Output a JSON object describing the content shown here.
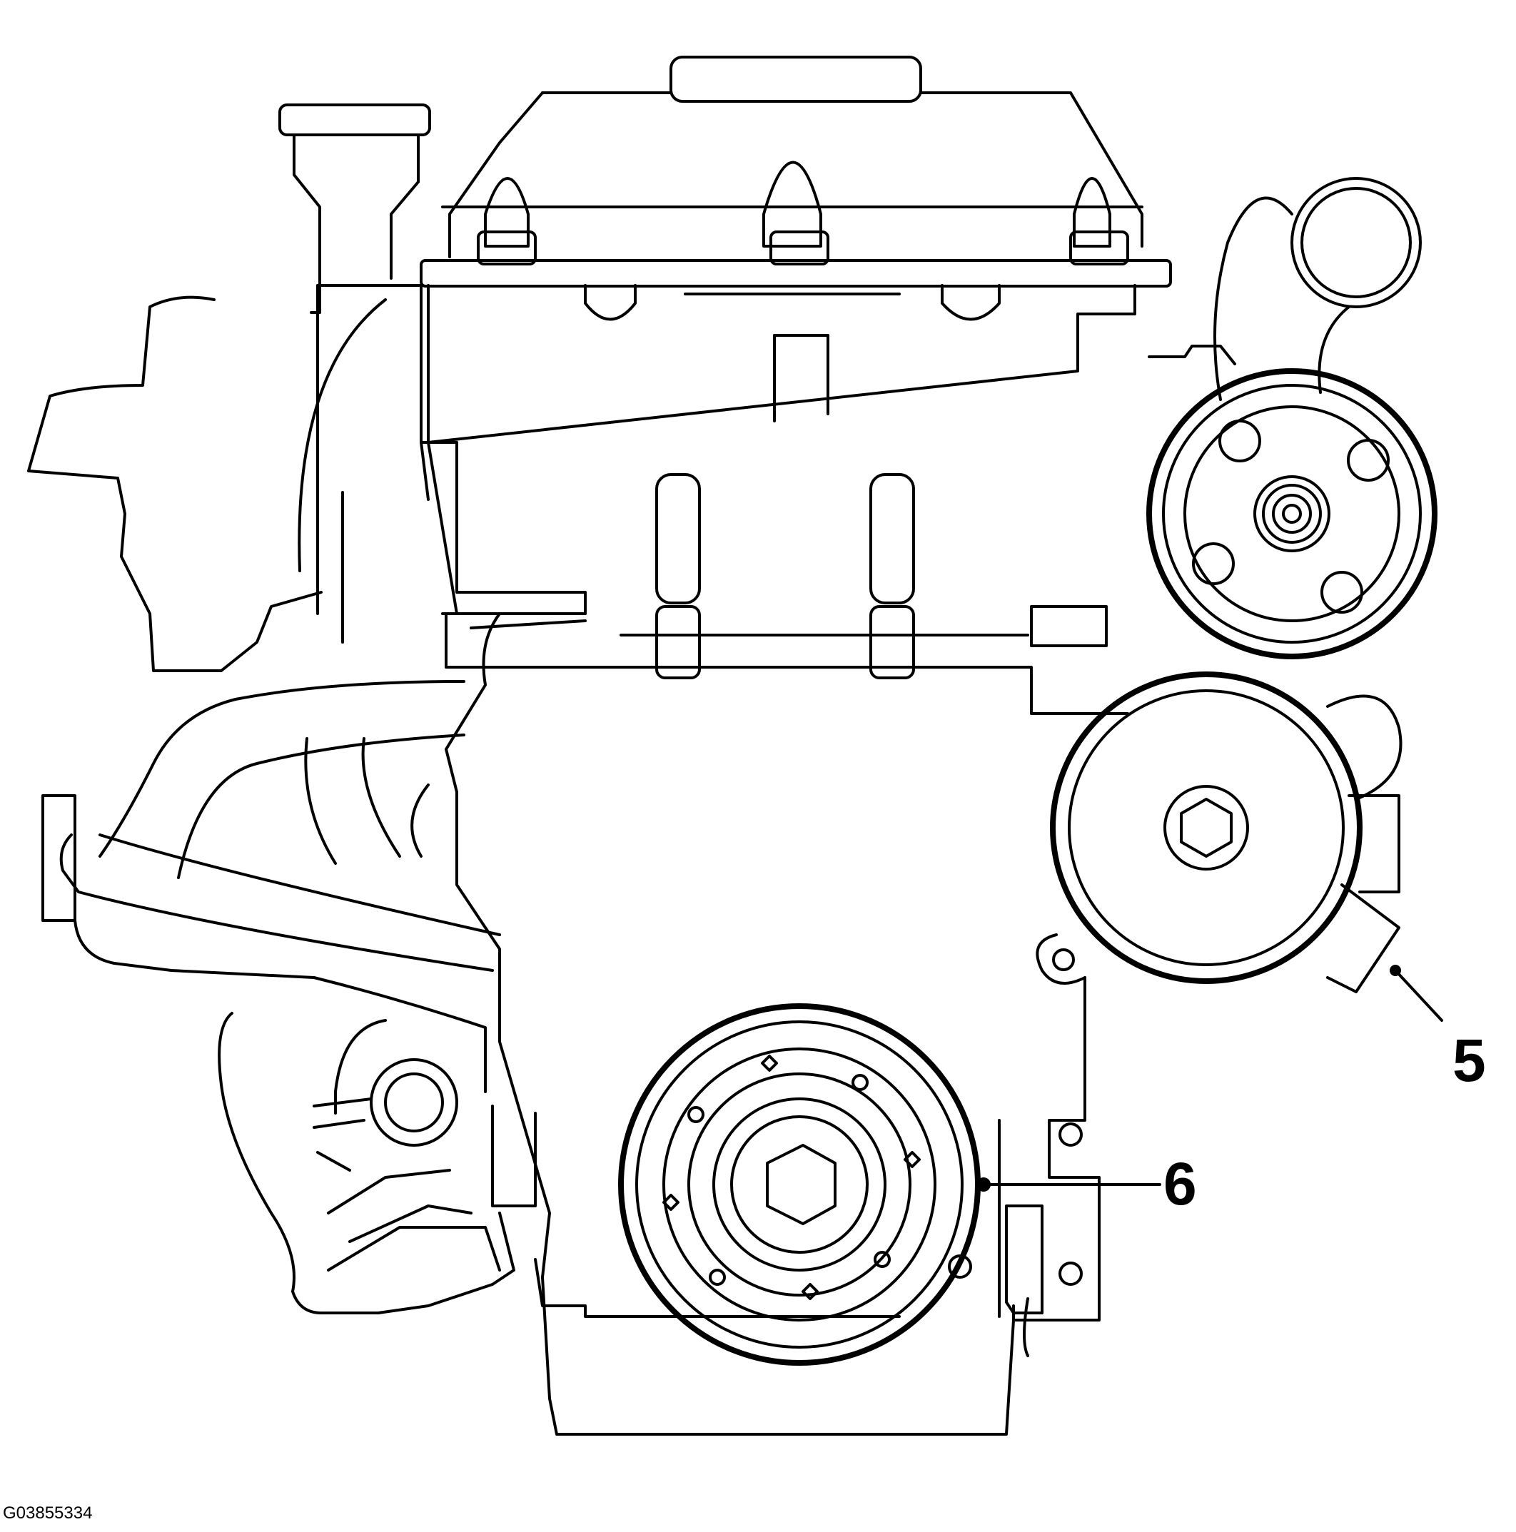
{
  "figure": {
    "code": "G03855334"
  },
  "callouts": [
    {
      "id": "callout-5",
      "label": "5"
    },
    {
      "id": "callout-6",
      "label": "6"
    }
  ]
}
